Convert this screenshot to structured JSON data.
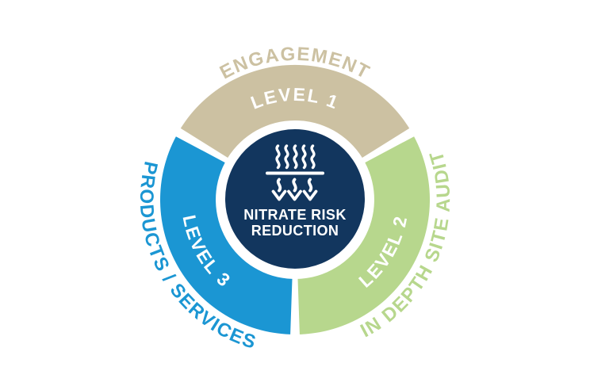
{
  "background": "#ffffff",
  "colors": {
    "tan": "#ccc1a2",
    "green": "#b7d78d",
    "blue": "#1b96d3",
    "navy": "#12365e",
    "white": "#ffffff"
  },
  "diagram": {
    "title": "Nitrate Risk Reduction levels wheel",
    "center": {
      "icon": "heat-lines-down-arrows-icon",
      "label_line1": "NITRATE RISK",
      "label_line2": "REDUCTION"
    },
    "segments": [
      {
        "id": "level-1",
        "position": "top",
        "level_label": "LEVEL 1",
        "outer_label": "ENGAGEMENT",
        "color_key": "tan"
      },
      {
        "id": "level-2",
        "position": "right",
        "level_label": "LEVEL 2",
        "outer_label": "IN DEPTH SITE AUDIT",
        "color_key": "green"
      },
      {
        "id": "level-3",
        "position": "left",
        "level_label": "LEVEL 3",
        "outer_label": "PRODUCTS / SERVICES",
        "color_key": "blue"
      }
    ]
  }
}
